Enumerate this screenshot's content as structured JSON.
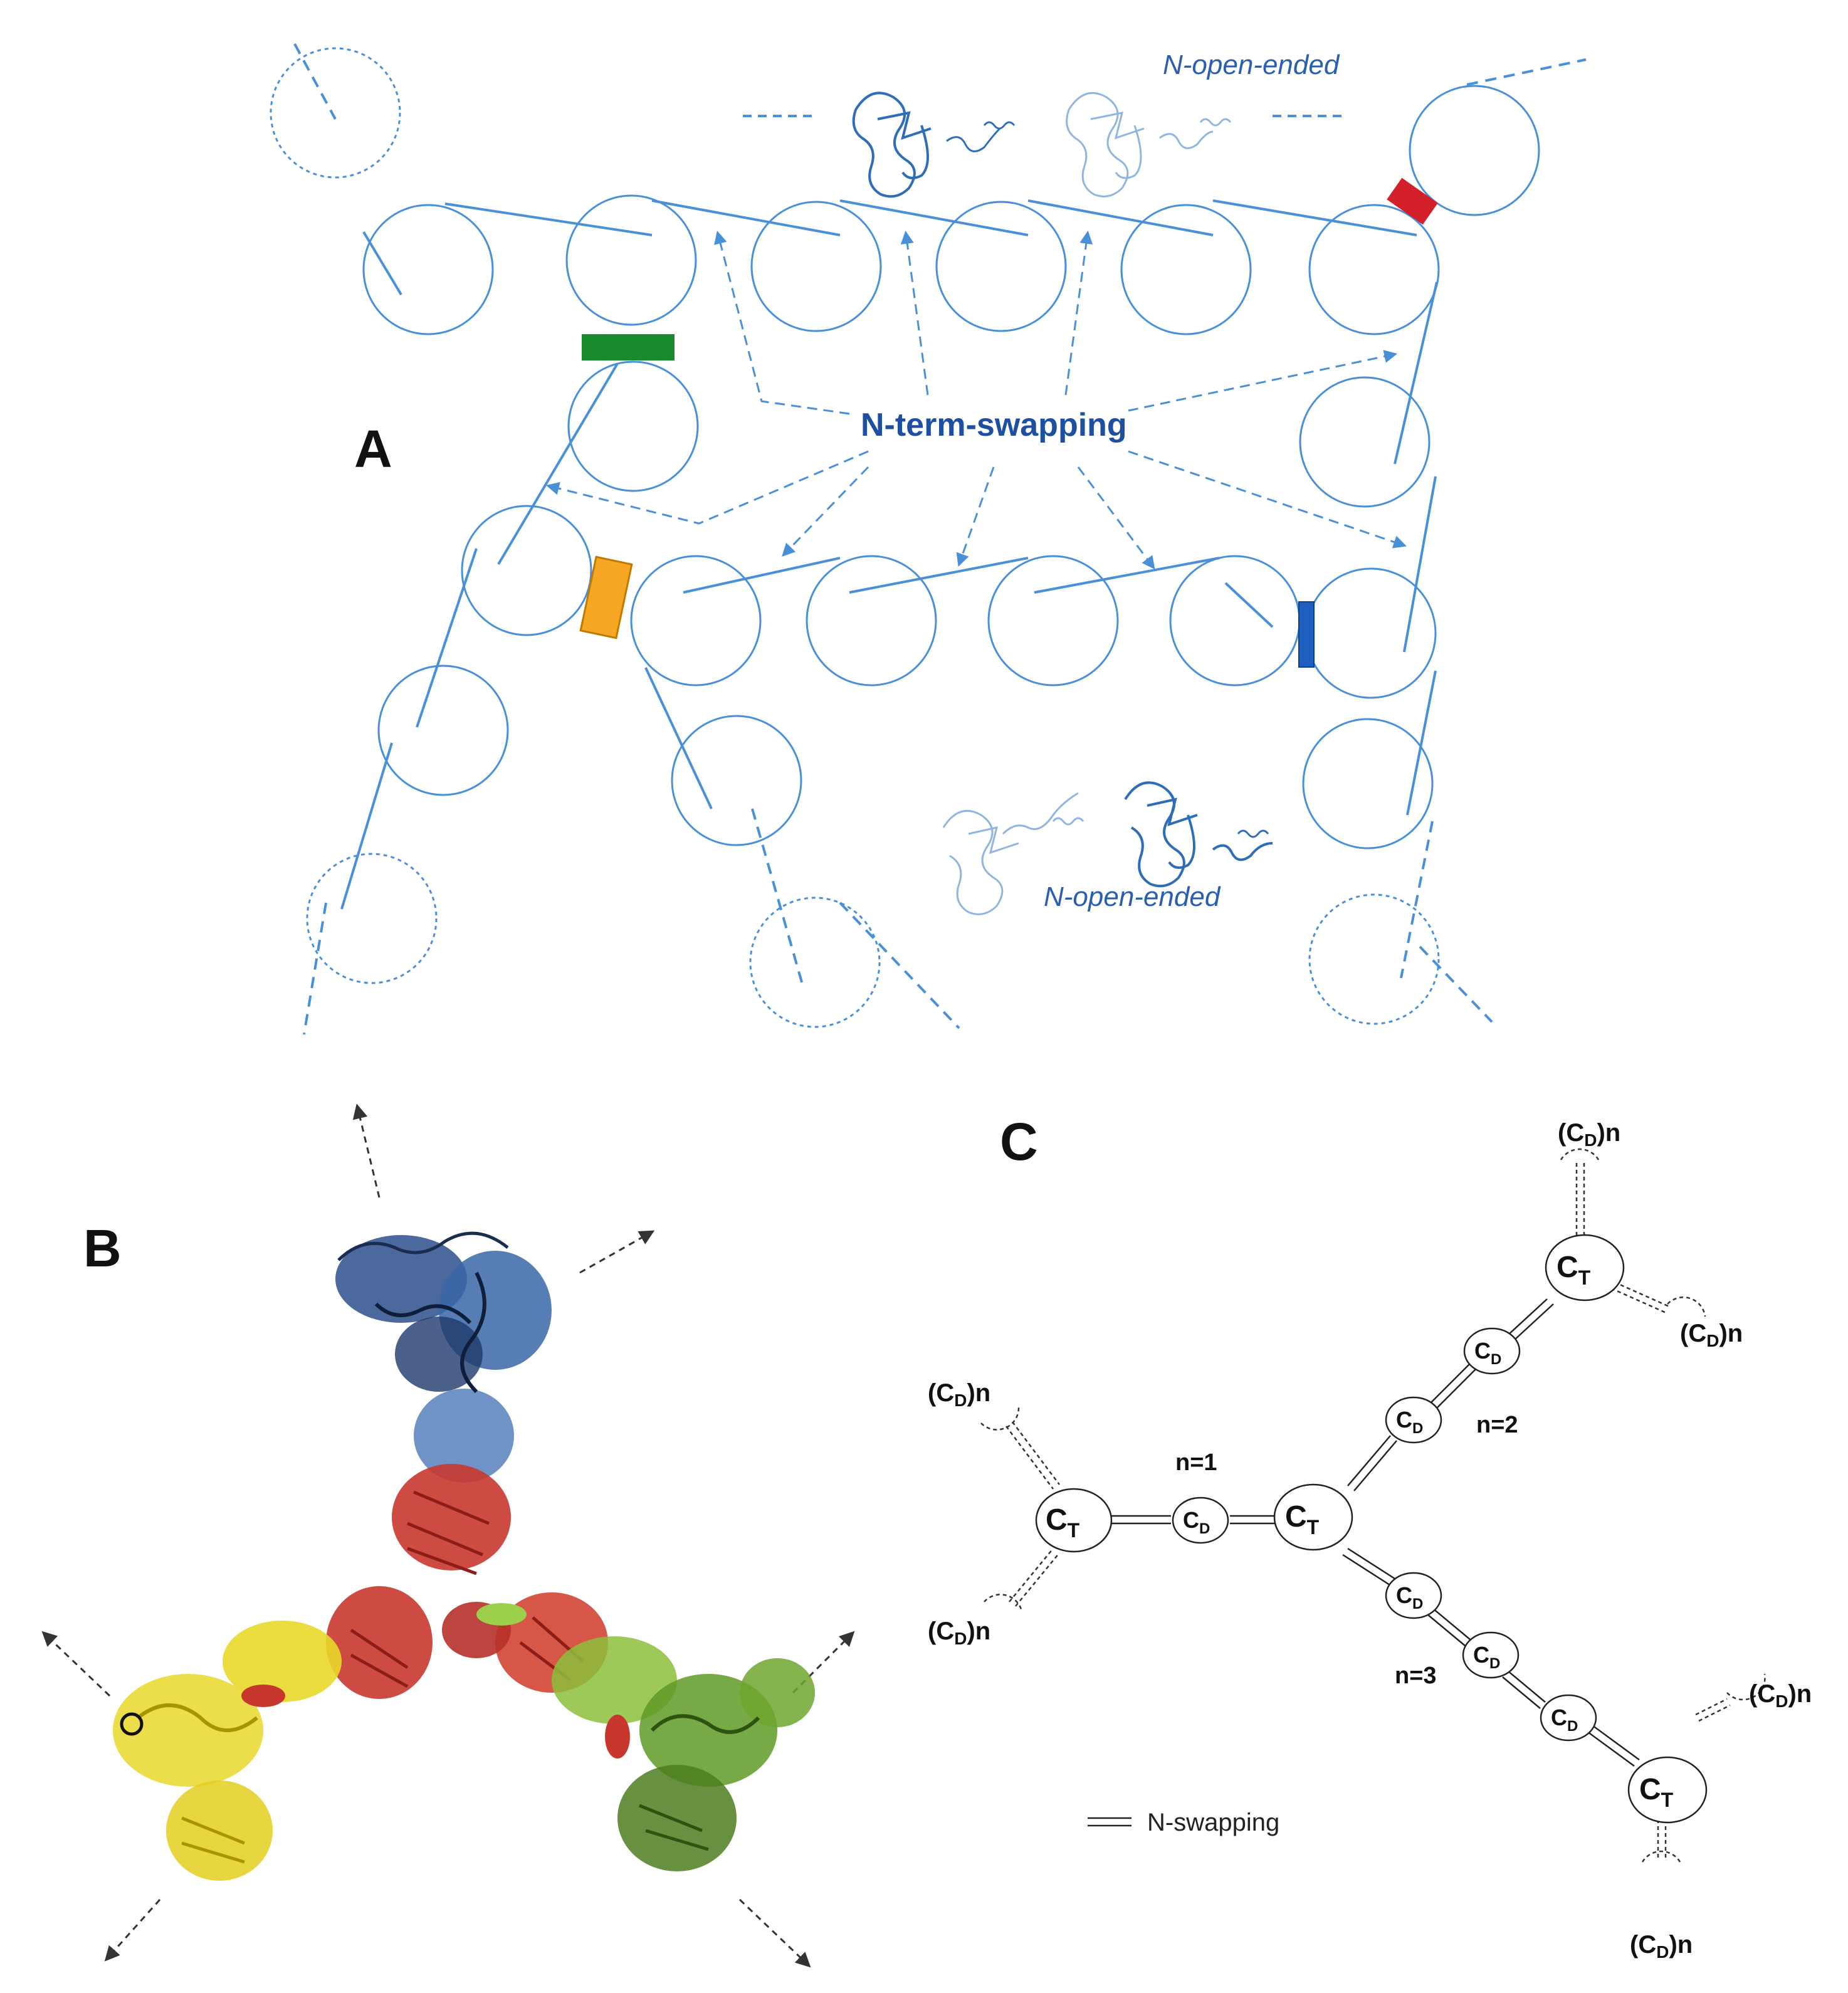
{
  "panel_a": {
    "letter": "A",
    "label_top": "N-open-ended",
    "label_center": "N-term-swapping",
    "label_bottom": "N-open-ended",
    "line_color": "#4a90d9",
    "marker_colors": {
      "green": "#1a8a2e",
      "red": "#d21f2a",
      "orange": "#f5a623",
      "blue": "#1f5fc0"
    }
  },
  "panel_b": {
    "letter": "B",
    "colors": {
      "blue": "#2c4f8c",
      "red": "#c8372d",
      "yellow": "#e9d82a",
      "green": "#6ea52e"
    }
  },
  "panel_c": {
    "letter": "C",
    "ct_label": "C",
    "ct_sub": "T",
    "cd_label": "C",
    "cd_sub": "D",
    "cdn_prefix": "(C",
    "cdn_sub": "D",
    "cdn_suffix": ")n",
    "n1": "n=1",
    "n2": "n=2",
    "n3": "n=3",
    "legend": "N-swapping"
  }
}
